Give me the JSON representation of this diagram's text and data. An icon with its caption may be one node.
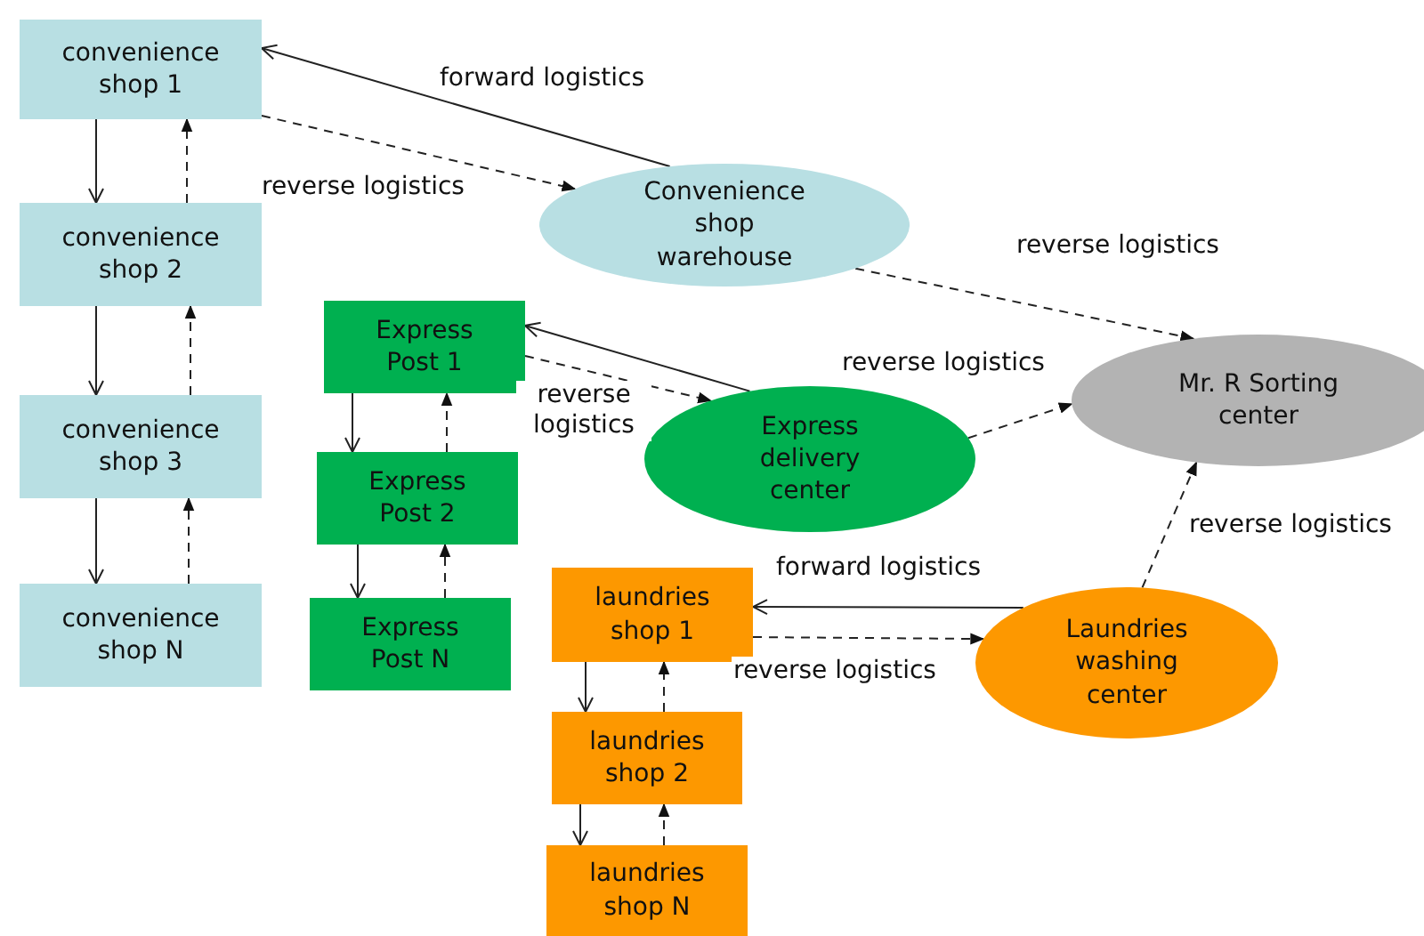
{
  "diagram": {
    "nodes": [
      {
        "text": [
          "convenience shop 1"
        ]
      },
      {
        "text": [
          "convenience shop 2"
        ]
      },
      {
        "text": [
          "convenience shop 3"
        ]
      },
      {
        "text": [
          "convenience shop N"
        ]
      },
      {
        "text": [
          "Convenience shop warehouse"
        ]
      },
      {
        "text": [
          "Express Post 1"
        ]
      },
      {
        "text": [
          "Express Post 2"
        ]
      },
      {
        "text": [
          "Express Post N"
        ]
      },
      {
        "text": [
          "Express delivery center"
        ]
      },
      {
        "text": [
          "Mr. R Sorting center"
        ]
      },
      {
        "text": [
          "laundries shop 1"
        ]
      },
      {
        "text": [
          "laundries shop 2"
        ]
      },
      {
        "text": [
          "laundries shop N"
        ]
      },
      {
        "text": [
          "Laundries washing center"
        ]
      }
    ],
    "edges": [
      {
        "from": 4,
        "to": 0,
        "arrow": "to",
        "label": "forward logistics"
      },
      {
        "from": 0,
        "to": 4,
        "arrow": "to",
        "style": "dashed",
        "label": "reverse logistics"
      },
      {
        "from": 0,
        "to": 1,
        "arrow": "to"
      },
      {
        "from": 1,
        "to": 0,
        "arrow": "to",
        "style": "dashed"
      },
      {
        "from": 1,
        "to": 2,
        "arrow": "to"
      },
      {
        "from": 2,
        "to": 1,
        "arrow": "to",
        "style": "dashed"
      },
      {
        "from": 2,
        "to": 3,
        "arrow": "to"
      },
      {
        "from": 3,
        "to": 2,
        "arrow": "to",
        "style": "dashed"
      },
      {
        "from": 8,
        "to": 5,
        "arrow": "to"
      },
      {
        "from": 5,
        "to": 8,
        "arrow": "to",
        "style": "dashed",
        "label": "reverse logistics"
      },
      {
        "from": 5,
        "to": 6,
        "arrow": "to"
      },
      {
        "from": 6,
        "to": 5,
        "arrow": "to",
        "style": "dashed"
      },
      {
        "from": 6,
        "to": 7,
        "arrow": "to"
      },
      {
        "from": 7,
        "to": 6,
        "arrow": "to",
        "style": "dashed"
      },
      {
        "from": 4,
        "to": 9,
        "arrow": "to",
        "style": "dashed",
        "label": "reverse logistics"
      },
      {
        "from": 8,
        "to": 9,
        "arrow": "to",
        "style": "dashed",
        "label": "reverse logistics"
      },
      {
        "from": 13,
        "to": 9,
        "arrow": "to",
        "style": "dashed",
        "label": "reverse logistics"
      },
      {
        "from": 13,
        "to": 10,
        "arrow": "to",
        "label": "forward logistics"
      },
      {
        "from": 10,
        "to": 13,
        "arrow": "to",
        "style": "dashed",
        "label": "reverse logistics"
      },
      {
        "from": 10,
        "to": 11,
        "arrow": "to"
      },
      {
        "from": 11,
        "to": 10,
        "arrow": "to",
        "style": "dashed"
      },
      {
        "from": 11,
        "to": 12,
        "arrow": "to"
      },
      {
        "from": 12,
        "to": 11,
        "arrow": "to",
        "style": "dashed"
      }
    ]
  }
}
